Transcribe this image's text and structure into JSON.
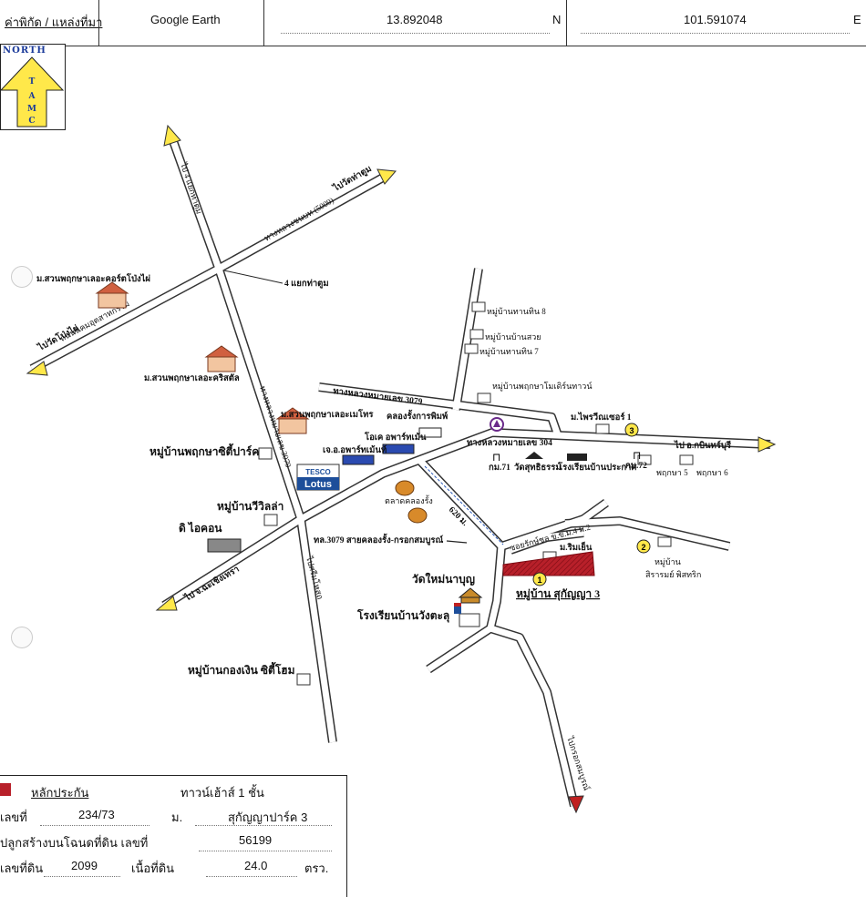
{
  "header": {
    "label": "ค่าพิกัด / แหล่งที่มา",
    "source": "Google Earth",
    "lat": "13.892048",
    "lat_dir": "N",
    "lon": "101.591074",
    "lon_dir": "E"
  },
  "north_arrow": {
    "title": "NORTH",
    "letters": [
      "T",
      "A",
      "M",
      "C"
    ]
  },
  "roads": {
    "to_watthakum": "ไปวัดท่าตูม",
    "hw_road": "ทางหลวงชนบท (5009)",
    "to_laem": "ไป 4 แยกท่าตูม",
    "to_wangpong": "ไปวัดโป่งไผ่",
    "nikhom_road": "ถนนนิคมอุตสาหกรรม",
    "intersection": "4 แยกท่าตูม",
    "hw3079": "ทางหลวงหมายเลข 3079",
    "hw3079_b": "ทางหลวงหมายเลข 3079",
    "hw304": "ทางหลวงหมายเลข 304",
    "to_kabinburi": "ไป อ.กบินทร์บุรี",
    "to_prachinburi": "ไป จ.ฉะเชิงเทรา",
    "to_si": "ไปศรีมโหสถ",
    "tl3079": "ทล.3079 สายคลองรั้ง-กรอกสมบูรณ์",
    "distance": "620 ม.",
    "soi": "ซอยรักษ์ชล ข.ข.ม.4 ม.2",
    "to_bottom": "ไปกรอกสมบูรณ์"
  },
  "landmarks": {
    "mb_suan_pruksa_pongphai": "ม.สวนพฤกษาเลอะคอร์ตโป่งไผ่",
    "mb_suan_pruksa_crystal": "ม.สวนพฤกษาเลอะคริสตัล",
    "mb_suan_pruksa_metro": "ม.สวนพฤกษาเลอะเมโทร",
    "pruksa_city_park": "หมู่บ้านพฤกษาซิตี้ปาร์ค",
    "wiwilla": "หมู่บ้านวีวิลล่า",
    "d_icon": "ดิ ไอคอน",
    "kongngern": "หมู่บ้านกองเงิน ซิตี้โฮม",
    "thanin8": "หมู่บ้านทานทิน 8",
    "bansuay": "หมู่บ้านบ้านสวย",
    "thanin7": "หมู่บ้านทานทิน 7",
    "pruksa_town": "หมู่บ้านพฤกษาโมเดิร์นทาวน์",
    "klongrang_print": "คลองรั้งการพิมพ์",
    "lotus_express": "โอเค อพาร์ทเม้น",
    "apartment": "เจ.อ.อพาร์ทเม้นท์",
    "tesco": "TESCO",
    "lotus": "Lotus",
    "market": "ตลาดคลองรั้ง",
    "km71": "กม.71",
    "wat_suthi": "วัดสุทธิธรรม",
    "school_prakas": "โรงเรียนบ้านประกาศ",
    "km72": "กม.72",
    "pruksa5": "พฤกษา 5",
    "pruksa6": "พฤกษา 6",
    "m_prairie": "ม.ไพรวีณเซอร์ 1",
    "m_rimyen": "ม.ริมเย็น",
    "baan_srirom": "หมู่บ้าน",
    "baan_srirom2": "สิรารมย์ พิสทริก",
    "wat_nammabun": "วัดใหม่นาบุญ",
    "school_wangtaku": "โรงเรียนบ้านวังตะลุ",
    "subject": "หมู่บ้าน สุกัญญา 3",
    "num1": "1",
    "num2": "2",
    "num3": "3"
  },
  "info_box": {
    "legend_label": "หลักประกัน",
    "type": "ทาวน์เฮ้าส์ 1 ชั้น",
    "lekthi_label": "เลขที่",
    "lekthi": "234/73",
    "moo_label": "ม.",
    "project": "สุกัญญาปาร์ค 3",
    "build_label": "ปลูกสร้างบนโฉนดที่ดิน เลขที่",
    "deed": "56199",
    "land_no_label": "เลขที่ดิน",
    "land_no": "2099",
    "area_label": "เนื้อที่ดิน",
    "area": "24.0",
    "unit": "ตรว."
  },
  "colors": {
    "subject": "#b8202a",
    "arrow_yellow": "#ffe84a",
    "road_fill": "#ffffff",
    "road_edge": "#333333",
    "pin_purple": "#6a2a8a"
  }
}
